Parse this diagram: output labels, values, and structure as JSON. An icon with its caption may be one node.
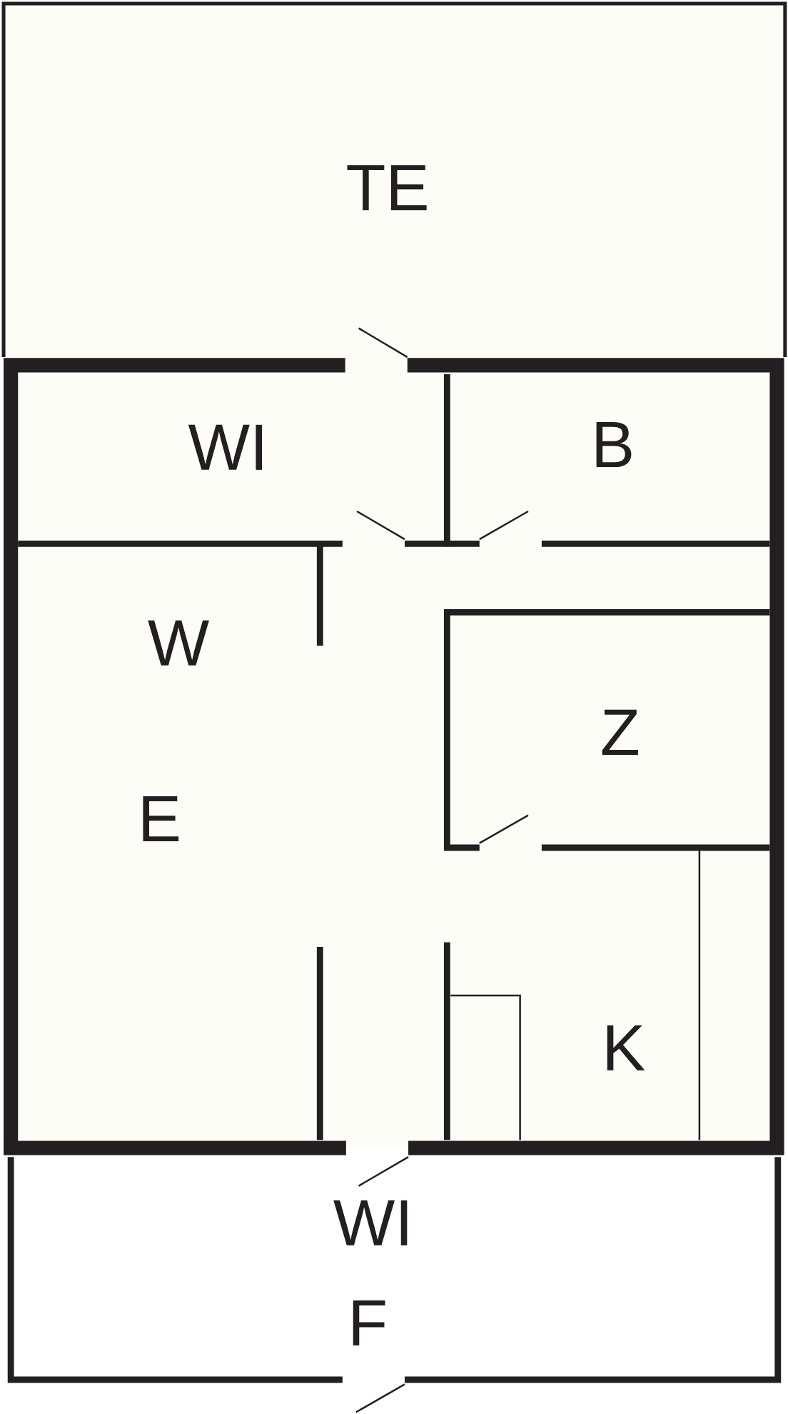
{
  "diagram": {
    "labels": [
      "TE",
      "WI",
      "B",
      "W",
      "Z",
      "E",
      "K",
      "WI",
      "F"
    ]
  }
}
